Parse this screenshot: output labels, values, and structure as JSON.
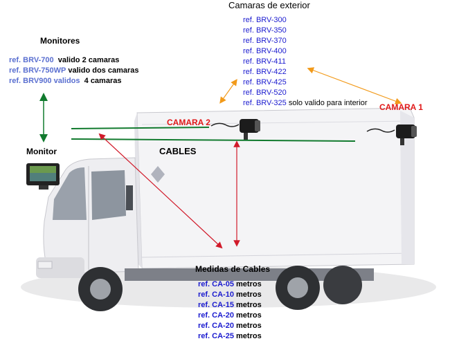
{
  "exterior_cameras": {
    "title": "Camaras de exterior",
    "refs": [
      "ref. BRV-300",
      "ref. BRV-350",
      "ref. BRV-370",
      "ref. BRV-400",
      "ref. BRV-411",
      "ref. BRV-422",
      "ref. BRV-425",
      "ref. BRV-520",
      "ref. BRV-325"
    ],
    "interior_note": "solo valido para interior"
  },
  "monitors": {
    "title": "Monitores",
    "items": [
      {
        "ref": "ref. BRV-700",
        "desc": "valido 2 camaras"
      },
      {
        "ref": "ref. BRV-750WP",
        "desc": "valido dos camaras"
      },
      {
        "ref": "ref. BRV900 validos",
        "desc": "4 camaras"
      }
    ]
  },
  "labels": {
    "monitor": "Monitor",
    "camera1": "CAMARA 1",
    "camera2": "CAMARA 2",
    "cables": "CABLES"
  },
  "cable_lengths": {
    "title": "Medidas de Cables",
    "items": [
      {
        "ref": "ref. CA-05",
        "unit": "metros"
      },
      {
        "ref": "ref. CA-10",
        "unit": "metros"
      },
      {
        "ref": "ref. CA-15",
        "unit": "metros"
      },
      {
        "ref": "ref. CA-20",
        "unit": "metros"
      },
      {
        "ref": "ref. CA-20",
        "unit": "metros"
      },
      {
        "ref": "ref. CA-25",
        "unit": "metros"
      }
    ]
  },
  "colors": {
    "green_cable": "#117a2e",
    "red_arrow": "#d11a2a",
    "orange_arrow": "#f29a1a",
    "ref_blue": "#1a1acf"
  }
}
